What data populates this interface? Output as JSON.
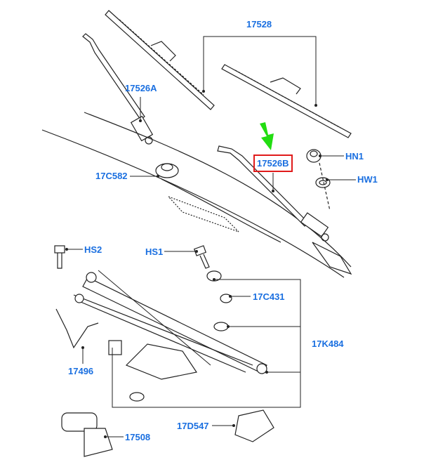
{
  "diagram": {
    "highlight_color": "#e01b1b",
    "label_color": "#1a6fe0",
    "arrow_color": "#22dd11",
    "highlighted_part": "17526B",
    "labels": {
      "p17528": "17528",
      "p17526A": "17526A",
      "p17C582": "17C582",
      "p17526B": "17526B",
      "hn1": "HN1",
      "hw1": "HW1",
      "hs2": "HS2",
      "hs1": "HS1",
      "p17C431": "17C431",
      "p17K484": "17K484",
      "p17496": "17496",
      "p17508": "17508",
      "p17D547": "17D547"
    }
  }
}
